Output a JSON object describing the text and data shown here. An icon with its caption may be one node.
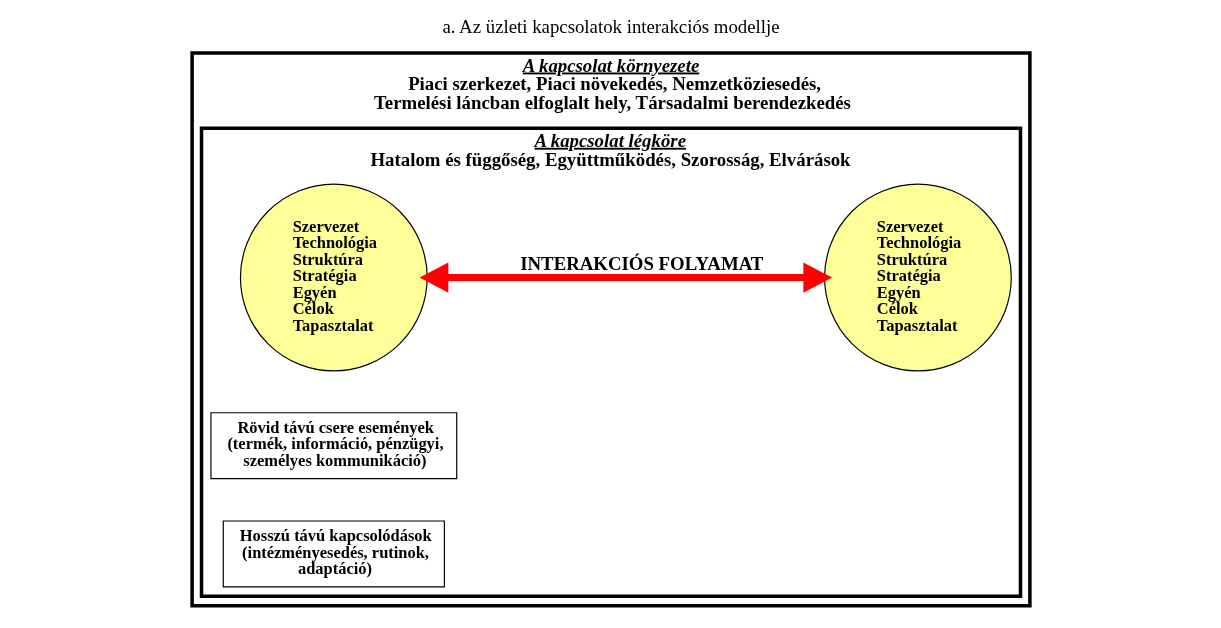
{
  "diagram": {
    "title": "a. Az üzleti kapcsolatok interakciós modellje",
    "nodes": [
      {
        "text": [
          "A kapcsolat környezete",
          "Piaci szerkezet, Piaci növekedés, Nemzetköziesedés, Termelési láncban elfoglalt hely, Társadalmi berendezkedés"
        ]
      },
      {
        "text": [
          "A kapcsolat légköre",
          "Hatalom és függőség, Együttműködés, Szorosság, Elvárások"
        ],
        "in": 0
      },
      {
        "text": [
          "Szervezet",
          "Technológia",
          "Struktúra",
          "Stratégia",
          "Egyén",
          "Célok",
          "Tapasztalat"
        ],
        "in": 1
      },
      {
        "text": [
          "Rövid távú csere események (termék, információ, pénzügyi, személyes kommunikáció)"
        ],
        "in": 1
      },
      {
        "text": [
          "Hosszú távú kapcsolódások (intézményesedés, rutinok, adaptáció)"
        ],
        "in": 1
      },
      {
        "text": [
          "Szervezet",
          "Technológia",
          "Struktúra",
          "Stratégia",
          "Egyén",
          "Célok",
          "Tapasztalat"
        ],
        "in": 1
      }
    ],
    "edges": [
      {
        "from": 2,
        "to": 5,
        "arrow": "both",
        "label": "INTERAKCIÓS FOLYAMAT",
        "color": "#ff0000"
      }
    ]
  }
}
